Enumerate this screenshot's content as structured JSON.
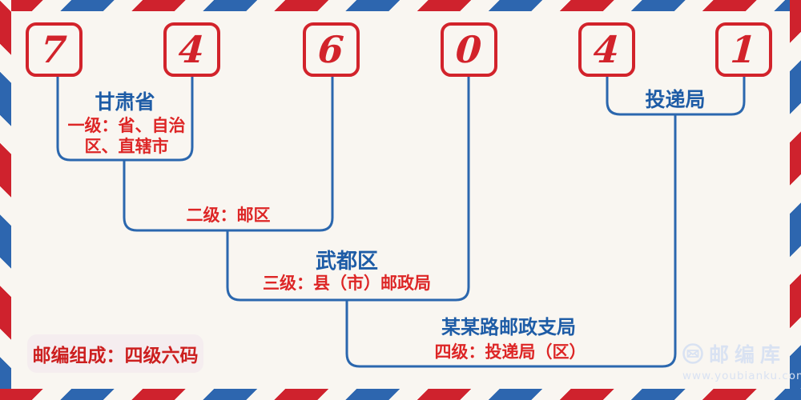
{
  "code": {
    "digits": [
      "7",
      "4",
      "6",
      "0",
      "4",
      "1"
    ]
  },
  "annotations": {
    "level1": {
      "name": "甘肃省",
      "desc": "一级：省、自治区、直辖市"
    },
    "level2": {
      "desc": "二级：邮区"
    },
    "level3": {
      "name": "武都区",
      "desc": "三级：县（市）邮政局"
    },
    "level4": {
      "name": "某某路邮政支局",
      "desc": "四级：投递局（区）"
    },
    "delivery": {
      "name": "投递局"
    }
  },
  "badge": {
    "text": "邮编组成：四级六码"
  },
  "watermark": {
    "brand": "邮编库",
    "url": "www.youbianku.com",
    "icon": "envelope-in-circle"
  },
  "colors": {
    "stripe_red": "#cf222d",
    "stripe_blue": "#2d66af",
    "box_red": "#d2232b",
    "line_blue": "#2b67ae",
    "text_blue": "#1e5ca6",
    "text_red": "#dd2626",
    "background": "#f9f6f1",
    "badge_bg": "#f5edef",
    "watermark": "#d9e2f2"
  }
}
